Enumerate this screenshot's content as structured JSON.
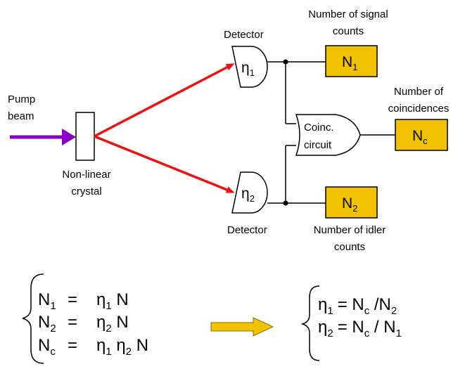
{
  "setup": {
    "pump_label": [
      "Pump",
      "beam"
    ],
    "crystal_label": [
      "Non-linear",
      "crystal"
    ],
    "detector_label": "Detector",
    "eta_symbol": "η",
    "detector1_index": "1",
    "detector2_index": "2",
    "coinc_label": [
      "Coinc.",
      "circuit"
    ],
    "counter_symbol": "N",
    "counter1_index": "1",
    "counter2_index": "2",
    "counterc_index": "c",
    "signal_label": [
      "Number of signal",
      "counts"
    ],
    "idler_label": [
      "Number of idler",
      "counts"
    ],
    "coinc_count_label": [
      "Number of",
      "coincidences"
    ]
  },
  "colors": {
    "pump_beam": "#8B00C8",
    "photon_paths": "#EE1111",
    "counter_fill": "#F2C200",
    "implication_arrow": "#F2C200"
  },
  "equations_left": [
    {
      "lhs": "N",
      "lhs_sub": "1",
      "op": "=",
      "rhs": [
        "η",
        "1",
        " N"
      ]
    },
    {
      "lhs": "N",
      "lhs_sub": "2",
      "op": "=",
      "rhs": [
        "η",
        "2",
        " N"
      ]
    },
    {
      "lhs": "N",
      "lhs_sub": "c",
      "op": "=",
      "rhs": [
        "η",
        "1",
        " η",
        "2",
        " N"
      ]
    }
  ],
  "equations_right": [
    {
      "lhs": "η",
      "lhs_sub": "1",
      "rhs": [
        "= N",
        "c",
        " /N",
        "2"
      ]
    },
    {
      "lhs": "η",
      "lhs_sub": "2",
      "rhs": [
        "= N",
        "c",
        " / N",
        "1"
      ]
    }
  ]
}
